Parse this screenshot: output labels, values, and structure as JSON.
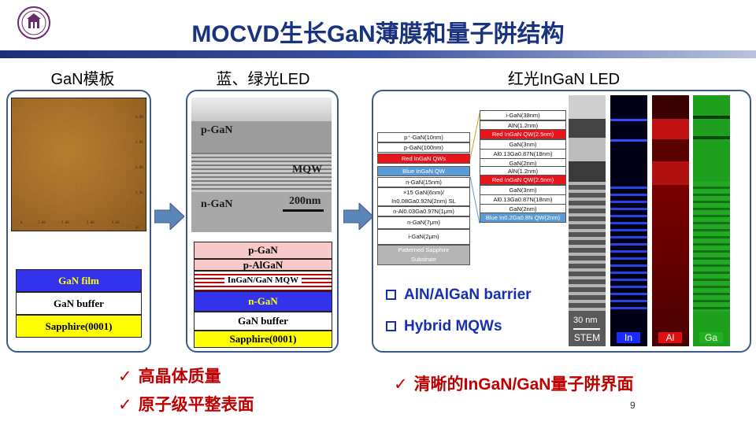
{
  "title": "MOCVD生长GaN薄膜和量子阱结构",
  "columns": {
    "left": "GaN模板",
    "middle": "蓝、绿光LED",
    "right": "红光InGaN LED"
  },
  "left_panel": {
    "afm_axis_x": [
      "0",
      "1.00",
      "2.00",
      "3.00",
      "4.00",
      "μm"
    ],
    "afm_axis_y": [
      "4.00",
      "3.00",
      "2.00",
      "1.00"
    ],
    "layers": [
      "GaN film",
      "GaN buffer",
      "Sapphire(0001)"
    ]
  },
  "middle_panel": {
    "tem_labels": [
      "p-GaN",
      "MQW",
      "n-GaN",
      "200nm"
    ],
    "layers": [
      "p-GaN",
      "p-AlGaN",
      "InGaN/GaN MQW",
      "n-GaN",
      "GaN buffer",
      "Sapphire(0001)"
    ]
  },
  "right_panel": {
    "stack": [
      "p⁺-GaN(10nm)",
      "p-GaN(100nm)",
      "Red InGaN QWs",
      "Blue InGaN QW",
      "n-GaN(15nm)",
      "×15 GaN(6nm)/",
      "In0.08Ga0.92N(2nm) SL",
      "n-Al0.03Ga0.97N(1μm)",
      "n-GaN(7μm)",
      "i-GaN(2μm)",
      "Patterned Sapphire",
      "Substrate"
    ],
    "qw_detail": [
      "i-GaN(38nm)",
      "AlN(1.2nm)",
      "Red InGaN QW(2.5nm)",
      "GaN(3nm)",
      "Al0.13Ga0.87N(18nm)",
      "GaN(2nm)",
      "AlN(1.2nm)",
      "Red InGaN QW(2.5nm)",
      "GaN(3nm)",
      "Al0.13Ga0.87N(18nm)",
      "GaN(2nm)",
      "Blue In0.2Ga0.8N QW(2nm)"
    ],
    "scale": "30 nm",
    "strips": [
      "STEM",
      "In",
      "Al",
      "Ga"
    ],
    "bullets": [
      "AlN/AlGaN barrier",
      "Hybrid MQWs"
    ]
  },
  "conclusions": {
    "left": [
      "高晶体质量",
      "原子级平整表面"
    ],
    "right": [
      "清晰的InGaN/GaN量子阱界面"
    ],
    "check_mark": "✓"
  },
  "page_number": "9",
  "colors": {
    "title": "#1a3380",
    "panel_border": "#3c5a8a",
    "gan_film": "#3333ee",
    "sapphire": "#ffff00",
    "p_gan": "#f8c9c9",
    "red_qw": "#e8141c",
    "blue_qw": "#5b9bd5",
    "conclusion": "#c00000",
    "bullet": "#1530b0"
  }
}
